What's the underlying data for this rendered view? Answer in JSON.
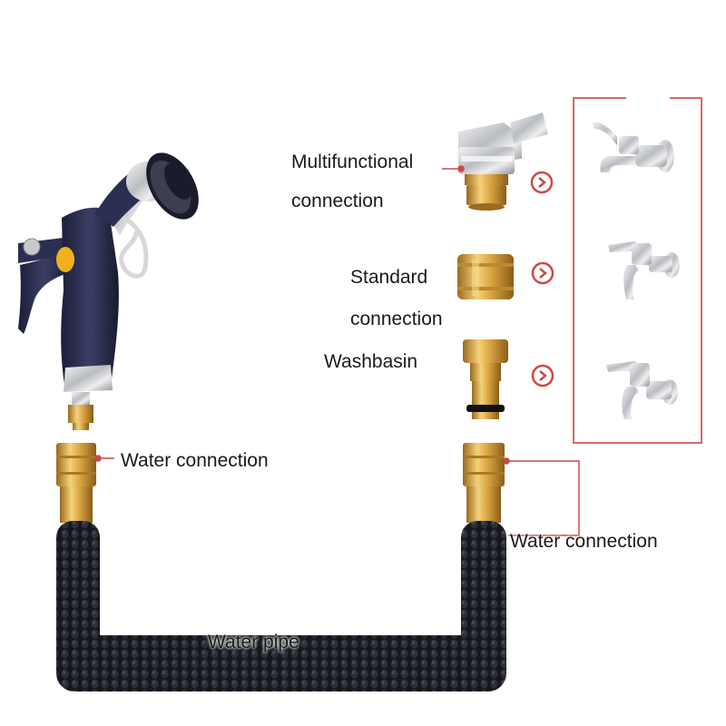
{
  "labels": {
    "multifunctional_line1": "Multifunctional",
    "multifunctional_line2": "connection",
    "standard_line1": "Standard",
    "standard_line2": "connection",
    "washbasin": "Washbasin",
    "water_connection_left": "Water connection",
    "water_connection_right": "Water connection",
    "water_pipe": "Water pipe"
  },
  "colors": {
    "frame": "#d46a6a",
    "leader": "#c94a4a",
    "brass": "#d9a441",
    "hose": "#1b1d24",
    "gun_body": "#262a4a",
    "accent_yellow": "#f2b01e"
  },
  "icons": [
    "spray-gun-icon",
    "faucet-icon",
    "arrow-circle-icon",
    "brass-connector-icon"
  ]
}
